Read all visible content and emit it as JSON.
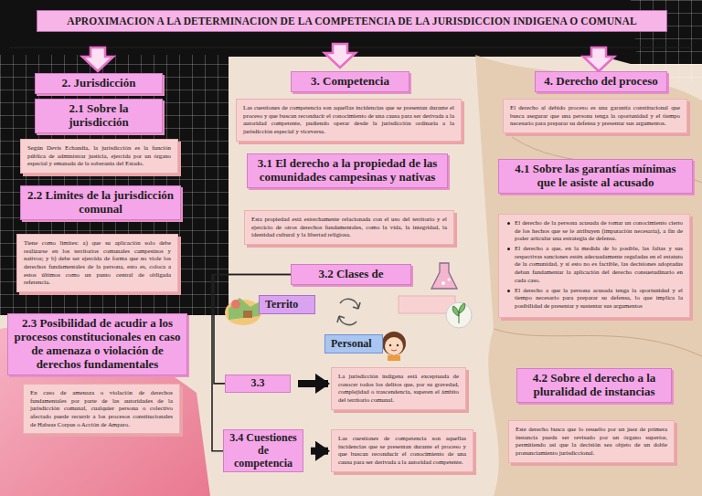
{
  "diagram": {
    "title": "APROXIMACION A LA DETERMINACION DE LA COMPETENCIA DE LA JURISDICCION INDIGENA O COMUNAL",
    "nodes": [
      {
        "text": [
          "2. Jurisdicción"
        ]
      },
      {
        "text": [
          "2.1 Sobre la jurisdicción"
        ]
      },
      {
        "text": [
          "Según Devis Echandía, la jurisdicción es la función pública de administrar justicia, ejercida por un órgano especial y emanada de la soberanía del Estado."
        ]
      },
      {
        "text": [
          "2.2 Limites de la jurisdicción comunal"
        ]
      },
      {
        "text": [
          "Tiene como limites: a) que su aplicación solo debe realizarse en los territorios comunales campesinos y nativos; y b) debe ser ejercida de forma que no viole los derechos fundamentales de la persona, esto es, coloca a estos últimos como un punto central de obligada referencia."
        ]
      },
      {
        "text": [
          "2.3 Posibilidad de acudir a los procesos constitucionales en caso de amenaza o violación de derechos fundamentales"
        ]
      },
      {
        "text": [
          "En caso de amenaza o violación de derechos fundamentales por parte de las autoridades de la jurisdicción comunal, cualquier persona o colectivo afectado puede recurrir a los procesos constitucionales de Habeas Corpus o Acción de Amparo."
        ]
      },
      {
        "text": [
          "3. Competencia"
        ]
      },
      {
        "text": [
          "Las cuestiones de competencia son aquellas incidencias que se presentan durante el proceso y que buscan reconducir el conocimiento de una causa para ser derivada a la autoridad competente, pudiendo operar desde la jurisdicción ordinaria a la jurisdicción especial y viceversa."
        ]
      },
      {
        "text": [
          "3.1 El derecho a la propiedad de las comunidades campesinas y nativas"
        ]
      },
      {
        "text": [
          "Esta propiedad está estrechamente relacionada con el uso del territorio y el ejercicio de otros derechos fundamentales, como la vida, la integridad, la identidad cultural y la libertad religiosa."
        ]
      },
      {
        "text": [
          "3.2 Clases de"
        ]
      },
      {
        "text": [
          "Territo"
        ]
      },
      {
        "text": [
          "Personal"
        ]
      },
      {
        "text": [
          "3.3"
        ]
      },
      {
        "text": [
          "La jurisdicción indígena está exceptuada de conocer todos los delitos que, por su gravedad, complejidad o trascendencia, superen el ámbito del territorio comunal."
        ]
      },
      {
        "text": [
          "3.4 Cuestiones de competencia"
        ]
      },
      {
        "text": [
          "Las cuestiones de competencia son aquellas incidencias que se presentan durante el proceso y que buscan reconducir el conocimiento de una causa para ser derivada a la autoridad competente."
        ]
      },
      {
        "text": [
          "4. Derecho del proceso"
        ]
      },
      {
        "text": [
          "El derecho al debido proceso es una garantía constitucional que busca asegurar que una persona tenga la oportunidad y el tiempo necesario para preparar su defensa y presentar sus argumentos."
        ]
      },
      {
        "text": [
          "4.1 Sobre las garantías mínimas que le asiste al acusado"
        ]
      },
      {
        "text": [
          "El derecho de la persona acusada de tomar un conocimiento cierto de los hechos que se le atribuyen (imputación necesaria), a fin de poder articular una estrategia de defensa.",
          "El derecho a que, en la medida de lo posible, las faltas y sus respectivas sanciones estén adecuadamente reguladas en el estatuto de la comunidad, y si esto no es factible, las decisiones adoptadas deban fundamentar la aplicación del derecho consuetudinario en cada caso.",
          "El derecho a que la persona acusada tenga la oportunidad y el tiempo necesario para preparar su defensa, lo que implica la posibilidad de presentar y sustentar sus argumentos"
        ]
      },
      {
        "text": [
          "4.2 Sobre el derecho a la pluralidad de instancias"
        ]
      },
      {
        "text": [
          "Este derecho busca que lo resuelto por un juez de primera instancia pueda ser revisado por un órgano superior, permitiendo así que la decisión sea objeto de un doble pronunciamiento jurisdiccional."
        ]
      }
    ],
    "edges": [
      {
        "from": 11,
        "to": 14,
        "arrow": "none"
      },
      {
        "from": 11,
        "to": 16,
        "arrow": "none"
      },
      {
        "from": 14,
        "to": 15,
        "arrow": "to"
      },
      {
        "from": 16,
        "to": 17,
        "arrow": "to"
      }
    ]
  }
}
